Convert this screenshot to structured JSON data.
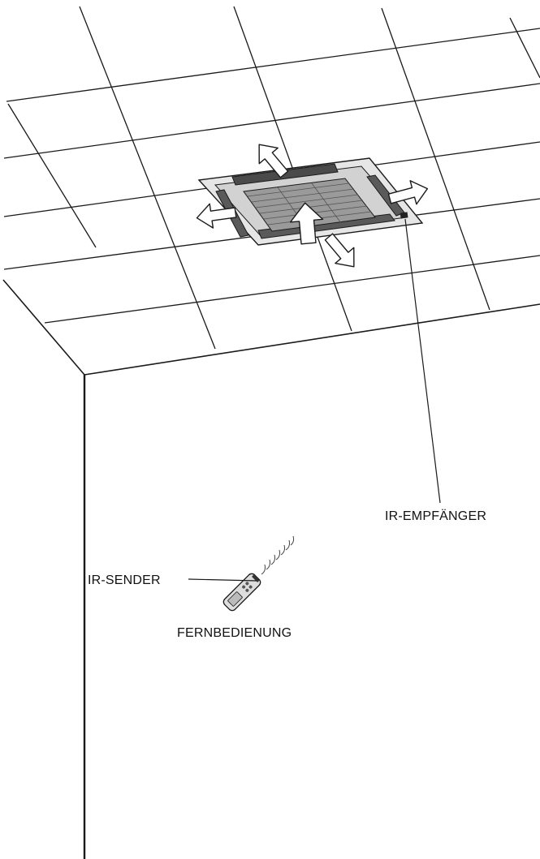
{
  "labels": {
    "ir_receiver": "IR-EMPFÄNGER",
    "ir_sender": "IR-SENDER",
    "remote_control": "FERNBEDIENUNG"
  },
  "colors": {
    "line": "#1a1a1a",
    "arrow_fill": "#ffffff",
    "unit_panel": "#e6e6e6",
    "unit_grille": "#9a9a9a"
  },
  "icons": {
    "air_outlet_arrows": "arrow-icon",
    "ceiling_unit": "cassette-air-conditioner-icon",
    "remote": "remote-control-icon"
  }
}
